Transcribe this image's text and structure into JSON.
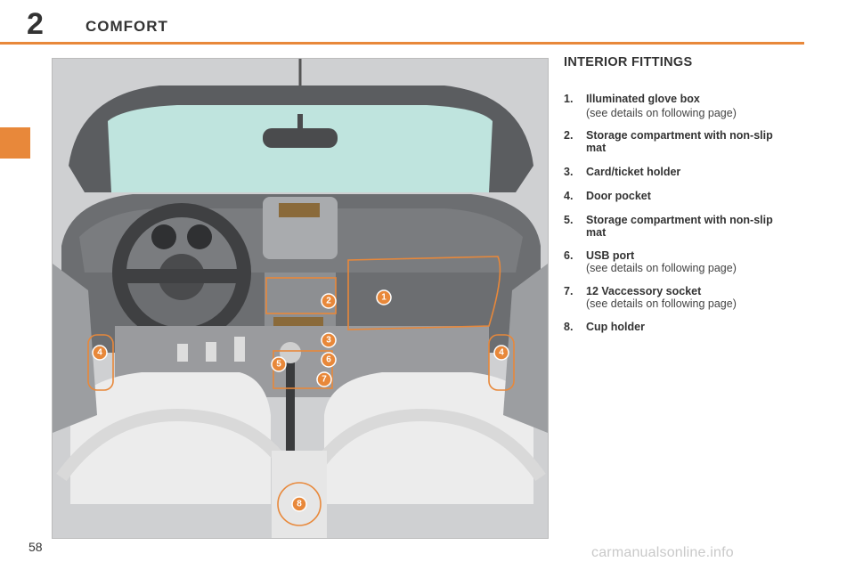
{
  "header": {
    "chapter_number": "2",
    "chapter_title": "COMFORT"
  },
  "section": {
    "title": "INTERIOR FITTINGS"
  },
  "items": [
    {
      "num": "1.",
      "label": "Illuminated glove box",
      "detail": "(see details on following page)"
    },
    {
      "num": "2.",
      "label": "Storage compartment with non-slip mat",
      "detail": ""
    },
    {
      "num": "3.",
      "label": "Card/ticket holder",
      "detail": ""
    },
    {
      "num": "4.",
      "label": "Door pocket",
      "detail": ""
    },
    {
      "num": "5.",
      "label": "Storage compartment with non-slip mat",
      "detail": ""
    },
    {
      "num": "6.",
      "label": "USB port",
      "detail": "(see details on following page)"
    },
    {
      "num": "7.",
      "label": "12 Vaccessory socket",
      "detail": "(see details on following page)"
    },
    {
      "num": "8.",
      "label": "Cup holder",
      "detail": ""
    }
  ],
  "figure": {
    "callouts": [
      "1",
      "2",
      "3",
      "4",
      "4",
      "5",
      "6",
      "7",
      "8"
    ]
  },
  "footer": {
    "page_number": "58",
    "watermark": "carmanualsonline.info"
  },
  "colors": {
    "accent": "#e8883a"
  }
}
